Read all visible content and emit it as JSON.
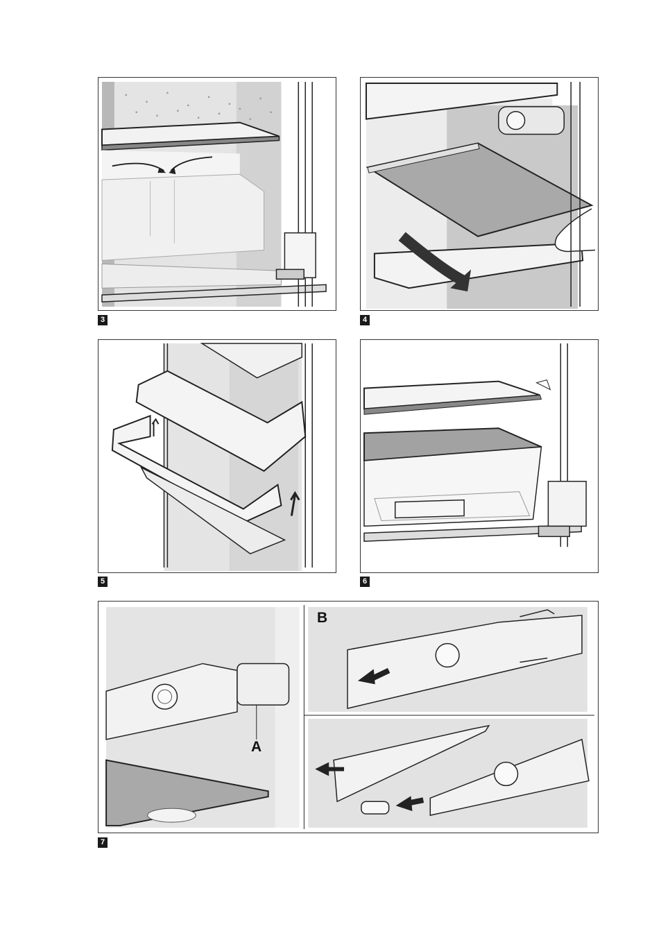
{
  "figures": [
    {
      "number": "3"
    },
    {
      "number": "4"
    },
    {
      "number": "5"
    },
    {
      "number": "6"
    },
    {
      "number": "7"
    }
  ],
  "figure7": {
    "label_a": "A",
    "label_b": "B"
  }
}
